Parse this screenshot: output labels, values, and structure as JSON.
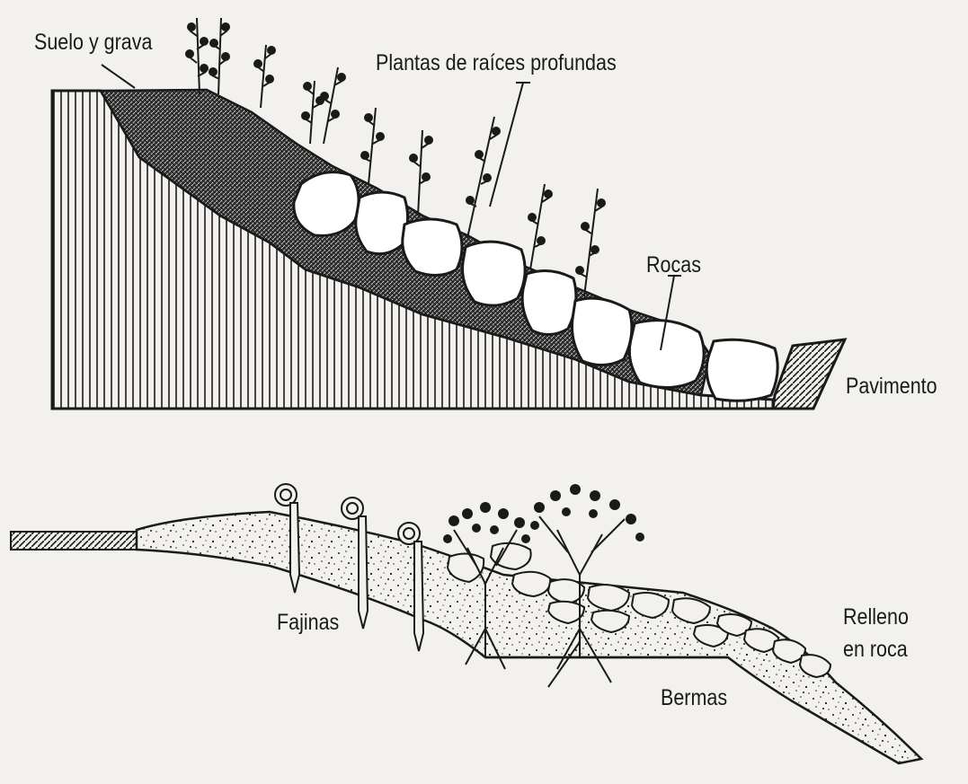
{
  "labels": {
    "soil_gravel": "Suelo y grava",
    "deep_root_plants": "Plantas de raíces profundas",
    "rocks": "Rocas",
    "pavement": "Pavimento",
    "fascines": "Fajinas",
    "rock_fill_line1": "Relleno",
    "rock_fill_line2": "en roca",
    "berms": "Bermas"
  },
  "colors": {
    "background": "#f2f1ed",
    "ink": "#1a1a1a"
  }
}
